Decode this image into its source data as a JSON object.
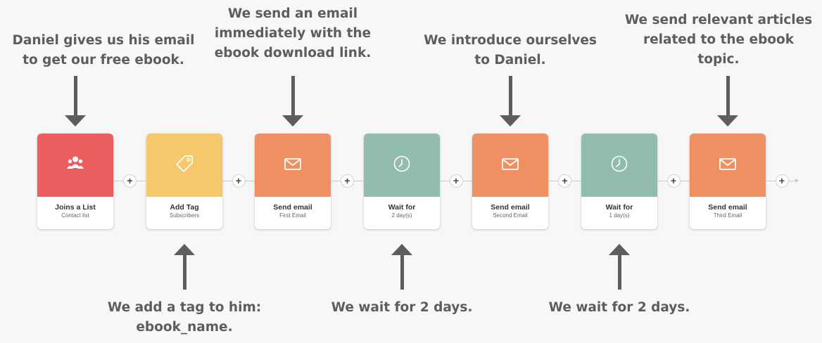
{
  "colors": {
    "red": "#ea5e60",
    "yellow": "#f5c86b",
    "orange": "#ef8f62",
    "teal": "#93bcb0",
    "text": "#5d5d5d"
  },
  "steps": [
    {
      "title": "Joins a List",
      "subtitle": "Contact list",
      "icon": "people-icon",
      "color": "#ea5e60"
    },
    {
      "title": "Add Tag",
      "subtitle": "Subscribers",
      "icon": "tag-icon",
      "color": "#f5c86b"
    },
    {
      "title": "Send email",
      "subtitle": "First Email",
      "icon": "envelope-icon",
      "color": "#ef8f62"
    },
    {
      "title": "Wait for",
      "subtitle": "2 day(s)",
      "icon": "clock-icon",
      "color": "#93bcb0"
    },
    {
      "title": "Send email",
      "subtitle": "Second Email",
      "icon": "envelope-icon",
      "color": "#ef8f62"
    },
    {
      "title": "Wait for",
      "subtitle": "1 day(s)",
      "icon": "clock-icon",
      "color": "#93bcb0"
    },
    {
      "title": "Send email",
      "subtitle": "Third Email",
      "icon": "envelope-icon",
      "color": "#ef8f62"
    }
  ],
  "plus_label": "+",
  "annotations_top": [
    {
      "step": 0,
      "text": "Daniel gives us his email\nto get our free ebook."
    },
    {
      "step": 2,
      "text": "We send an email\nimmediately with the\nebook download link."
    },
    {
      "step": 4,
      "text": "We introduce ourselves\nto Daniel."
    },
    {
      "step": 6,
      "text": "We send relevant articles\nrelated to the ebook\ntopic."
    }
  ],
  "annotations_bottom": [
    {
      "step": 1,
      "text": "We add a tag to him:\nebook_name."
    },
    {
      "step": 3,
      "text": "We wait for 2 days."
    },
    {
      "step": 5,
      "text": "We wait for 2 days."
    }
  ]
}
